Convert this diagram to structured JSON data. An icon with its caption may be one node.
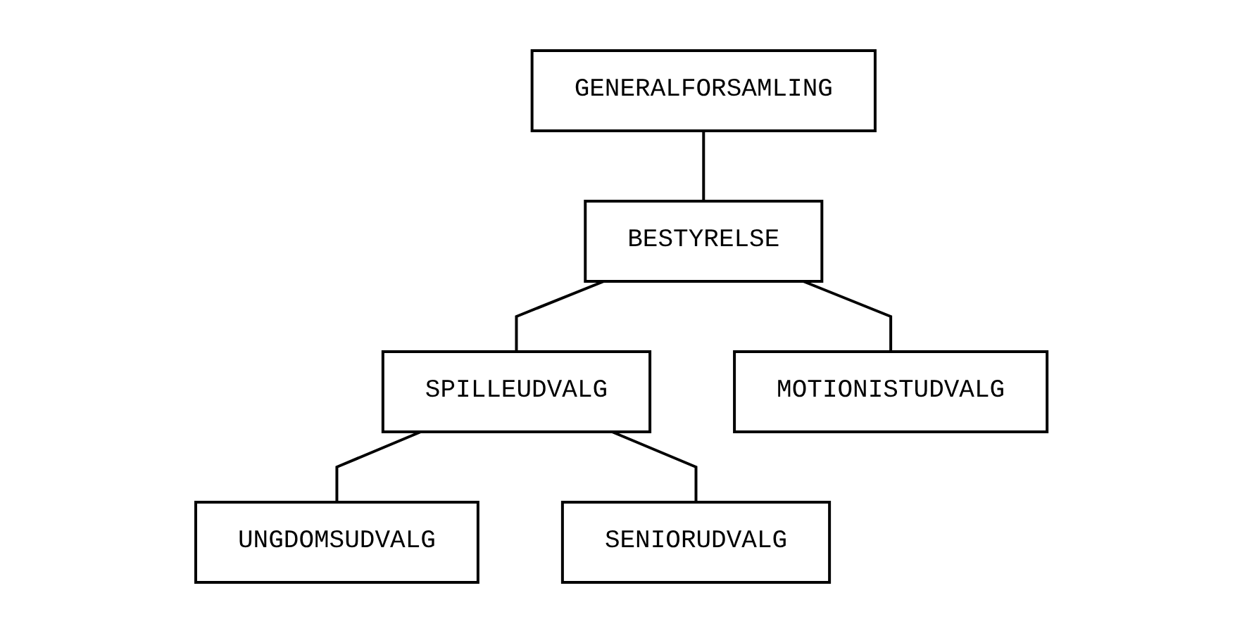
{
  "diagram": {
    "nodes": [
      {
        "text": [
          "GENERALFORSAMLING"
        ]
      },
      {
        "text": [
          "BESTYRELSE"
        ]
      },
      {
        "text": [
          "SPILLEUDVALG"
        ]
      },
      {
        "text": [
          "MOTIONISTUDVALG"
        ]
      },
      {
        "text": [
          "UNGDOMSUDVALG"
        ]
      },
      {
        "text": [
          "SENIORUDVALG"
        ]
      }
    ],
    "edges": [
      {
        "from": 0,
        "to": 1,
        "arrow": "none"
      },
      {
        "from": 1,
        "to": 2,
        "arrow": "none"
      },
      {
        "from": 1,
        "to": 3,
        "arrow": "none"
      },
      {
        "from": 2,
        "to": 4,
        "arrow": "none"
      },
      {
        "from": 2,
        "to": 5,
        "arrow": "none"
      }
    ]
  }
}
